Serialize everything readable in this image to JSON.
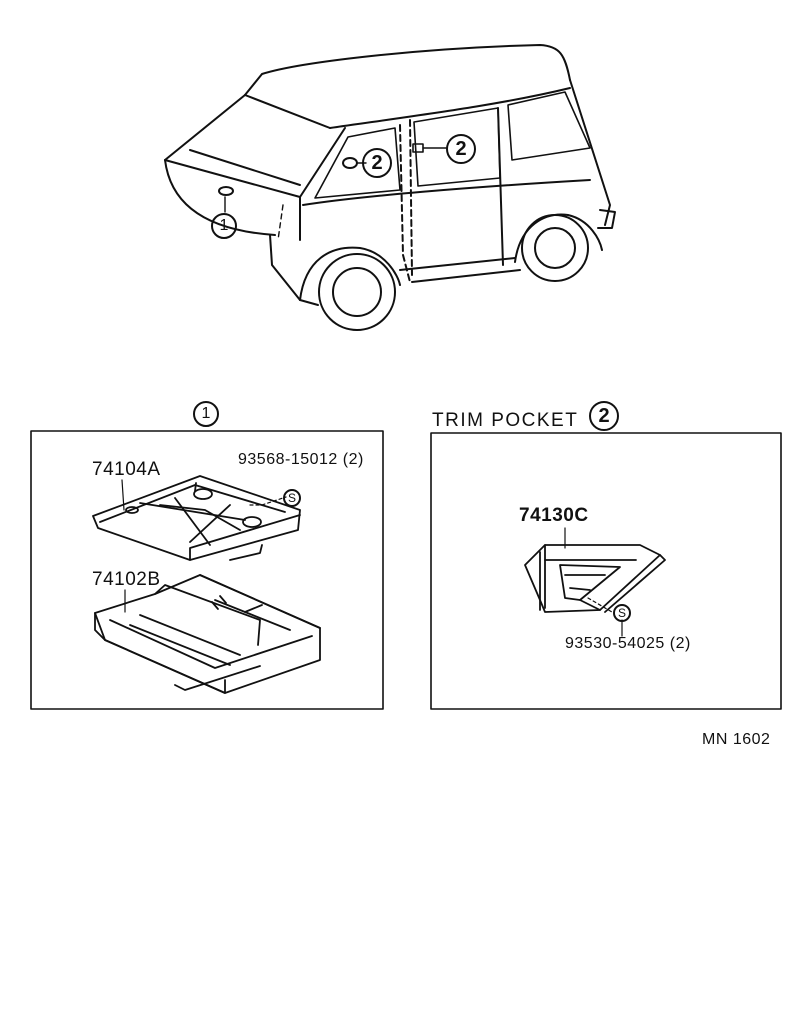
{
  "vehicle_callouts": {
    "callout_1": "1",
    "callout_2a": "2",
    "callout_2b": "2"
  },
  "left_panel": {
    "header_number": "1",
    "parts": {
      "upper_part_no": "74104A",
      "lower_part_no": "74102B",
      "screw_part_no": "93568-15012 (2)",
      "screw_symbol": "S"
    }
  },
  "right_panel": {
    "title": "TRIM POCKET",
    "header_number": "2",
    "parts": {
      "pocket_part_no": "74130C",
      "screw_part_no": "93530-54025 (2)",
      "screw_symbol": "S"
    }
  },
  "drawing_code": "MN  1602"
}
